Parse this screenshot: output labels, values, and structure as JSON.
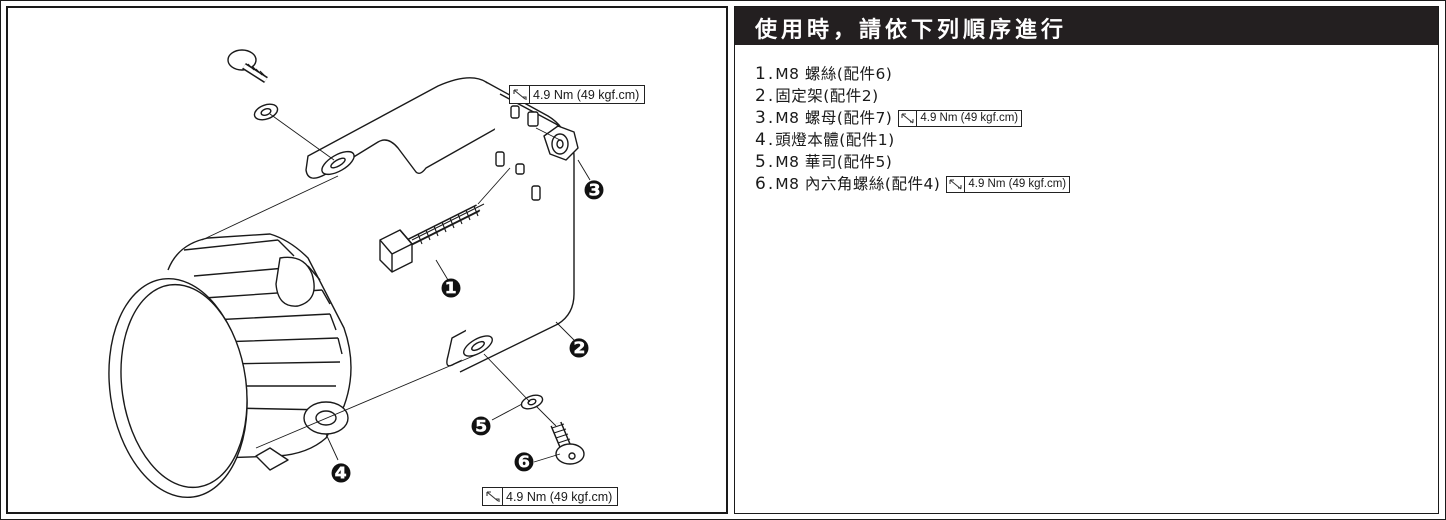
{
  "header": {
    "title": "使用時，請依下列順序進行"
  },
  "steps": [
    {
      "num": "1.",
      "text": "M8 螺絲(配件6)",
      "torque": ""
    },
    {
      "num": "2.",
      "text": "固定架(配件2)",
      "torque": ""
    },
    {
      "num": "3.",
      "text": "M8 螺母(配件7)",
      "torque": "4.9 Nm (49 kgf.cm)"
    },
    {
      "num": "4.",
      "text": "頭燈本體(配件1)",
      "torque": ""
    },
    {
      "num": "5.",
      "text": "M8 華司(配件5)",
      "torque": ""
    },
    {
      "num": "6.",
      "text": "M8 內六角螺絲(配件4)",
      "torque": "4.9 Nm (49 kgf.cm)"
    }
  ],
  "diagram": {
    "callouts": {
      "top": "4.9 Nm (49 kgf.cm)",
      "bottom": "4.9 Nm (49 kgf.cm)"
    },
    "badges": [
      "❶",
      "❷",
      "❸",
      "❹",
      "❺",
      "❻"
    ],
    "icon": "torque-wrench-icon"
  },
  "colors": {
    "header_bg": "#231f20",
    "header_text": "#ffffff",
    "line": "#1a1a1a"
  }
}
